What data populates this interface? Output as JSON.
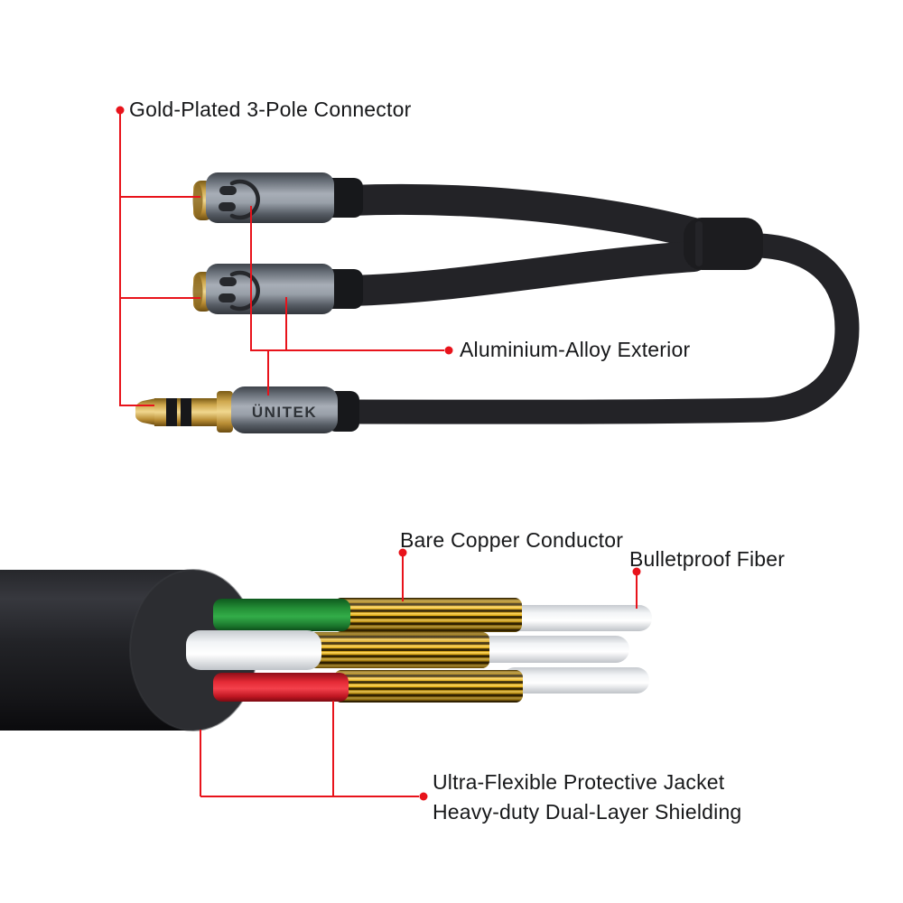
{
  "product": {
    "type": "audio-splitter-cable-annotation",
    "brand_logo": "ÜNITEK"
  },
  "top_diagram": {
    "labels": {
      "connector": "Gold-Plated 3-Pole Connector",
      "exterior": "Aluminium-Alloy Exterior"
    },
    "icons": {
      "top_jack": "headphone-icon",
      "bottom_jack": "headset-icon"
    }
  },
  "bottom_diagram": {
    "labels": {
      "copper": "Bare Copper Conductor",
      "fiber": "Bulletproof Fiber",
      "jacket_line1": "Ultra-Flexible Protective Jacket",
      "jacket_line2": "Heavy-duty Dual-Layer Shielding"
    }
  },
  "colors": {
    "callout_red": "#e8131b",
    "label_text": "#17181a",
    "cable_black": "#232327",
    "aluminum_mid": "#a8aeb7",
    "gold_bright": "#f0d78e",
    "copper_gold": "#eab41c",
    "copper_dark": "#3a2800",
    "wire_green": "#2e9e42",
    "wire_red": "#ee2f3a",
    "wire_white": "#f4f6f8",
    "background": "#ffffff"
  }
}
